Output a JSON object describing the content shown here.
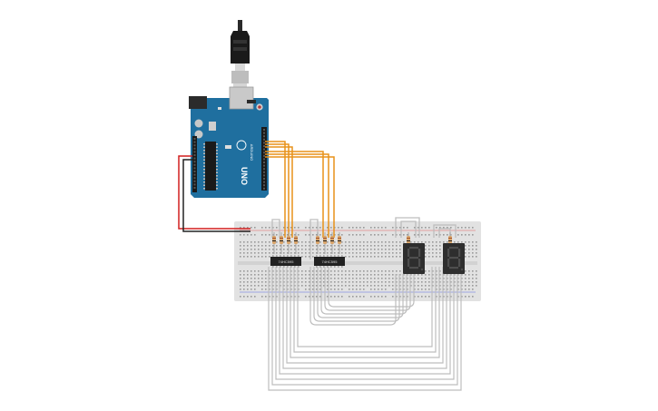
{
  "board": {
    "name": "UNO",
    "brand": "ARDUINO",
    "color": "#1f6f9f"
  },
  "breadboard": {
    "color": "#e2e2e2",
    "hole_color": "#9a9a9a"
  },
  "shift_registers": [
    {
      "label": "74HC595"
    },
    {
      "label": "74HC595"
    }
  ],
  "displays": [
    {
      "digit": "8"
    },
    {
      "digit": "8"
    }
  ],
  "wire_colors": {
    "data": "#e8921a",
    "signal": "#c9c9c9",
    "power": "#d21f1f",
    "ground": "#222222"
  }
}
